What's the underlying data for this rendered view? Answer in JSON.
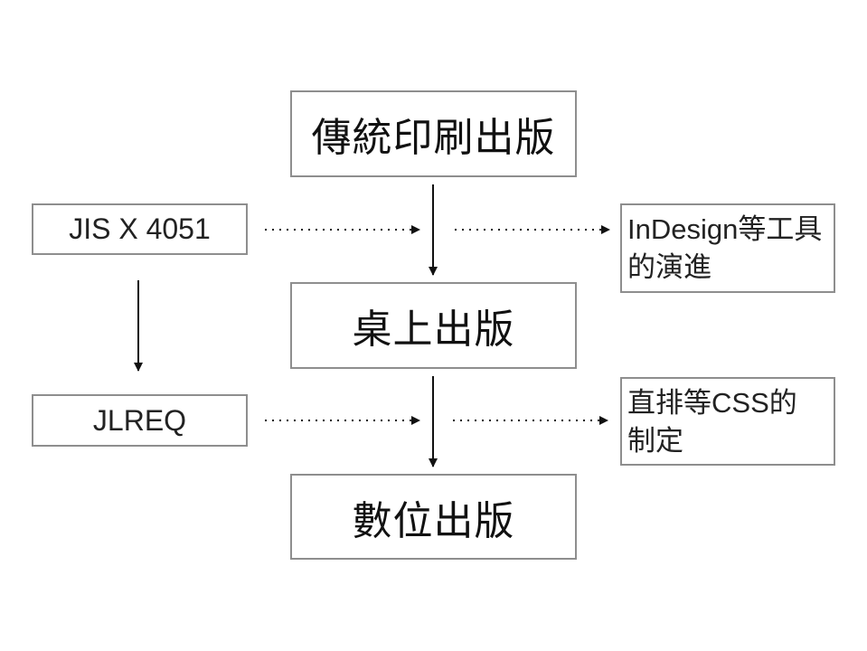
{
  "diagram": {
    "main_flow": [
      {
        "id": "traditional",
        "label": "傳統印刷出版"
      },
      {
        "id": "desktop",
        "label": "桌上出版"
      },
      {
        "id": "digital",
        "label": "數位出版"
      }
    ],
    "standards": [
      {
        "id": "jis",
        "label": "JIS X 4051"
      },
      {
        "id": "jlreq",
        "label": "JLREQ"
      }
    ],
    "outcomes": [
      {
        "id": "indesign",
        "label": "InDesign等工具的演進"
      },
      {
        "id": "css",
        "label": "直排等CSS的制定"
      }
    ],
    "edges": [
      {
        "from": "traditional",
        "to": "desktop",
        "style": "solid"
      },
      {
        "from": "desktop",
        "to": "digital",
        "style": "solid"
      },
      {
        "from": "jis",
        "to": "jlreq",
        "style": "solid"
      },
      {
        "from": "jis",
        "to": "traditional-desktop-transition",
        "style": "dotted"
      },
      {
        "from": "traditional-desktop-transition",
        "to": "indesign",
        "style": "dotted"
      },
      {
        "from": "jlreq",
        "to": "desktop-digital-transition",
        "style": "dotted"
      },
      {
        "from": "desktop-digital-transition",
        "to": "css",
        "style": "dotted"
      }
    ]
  }
}
